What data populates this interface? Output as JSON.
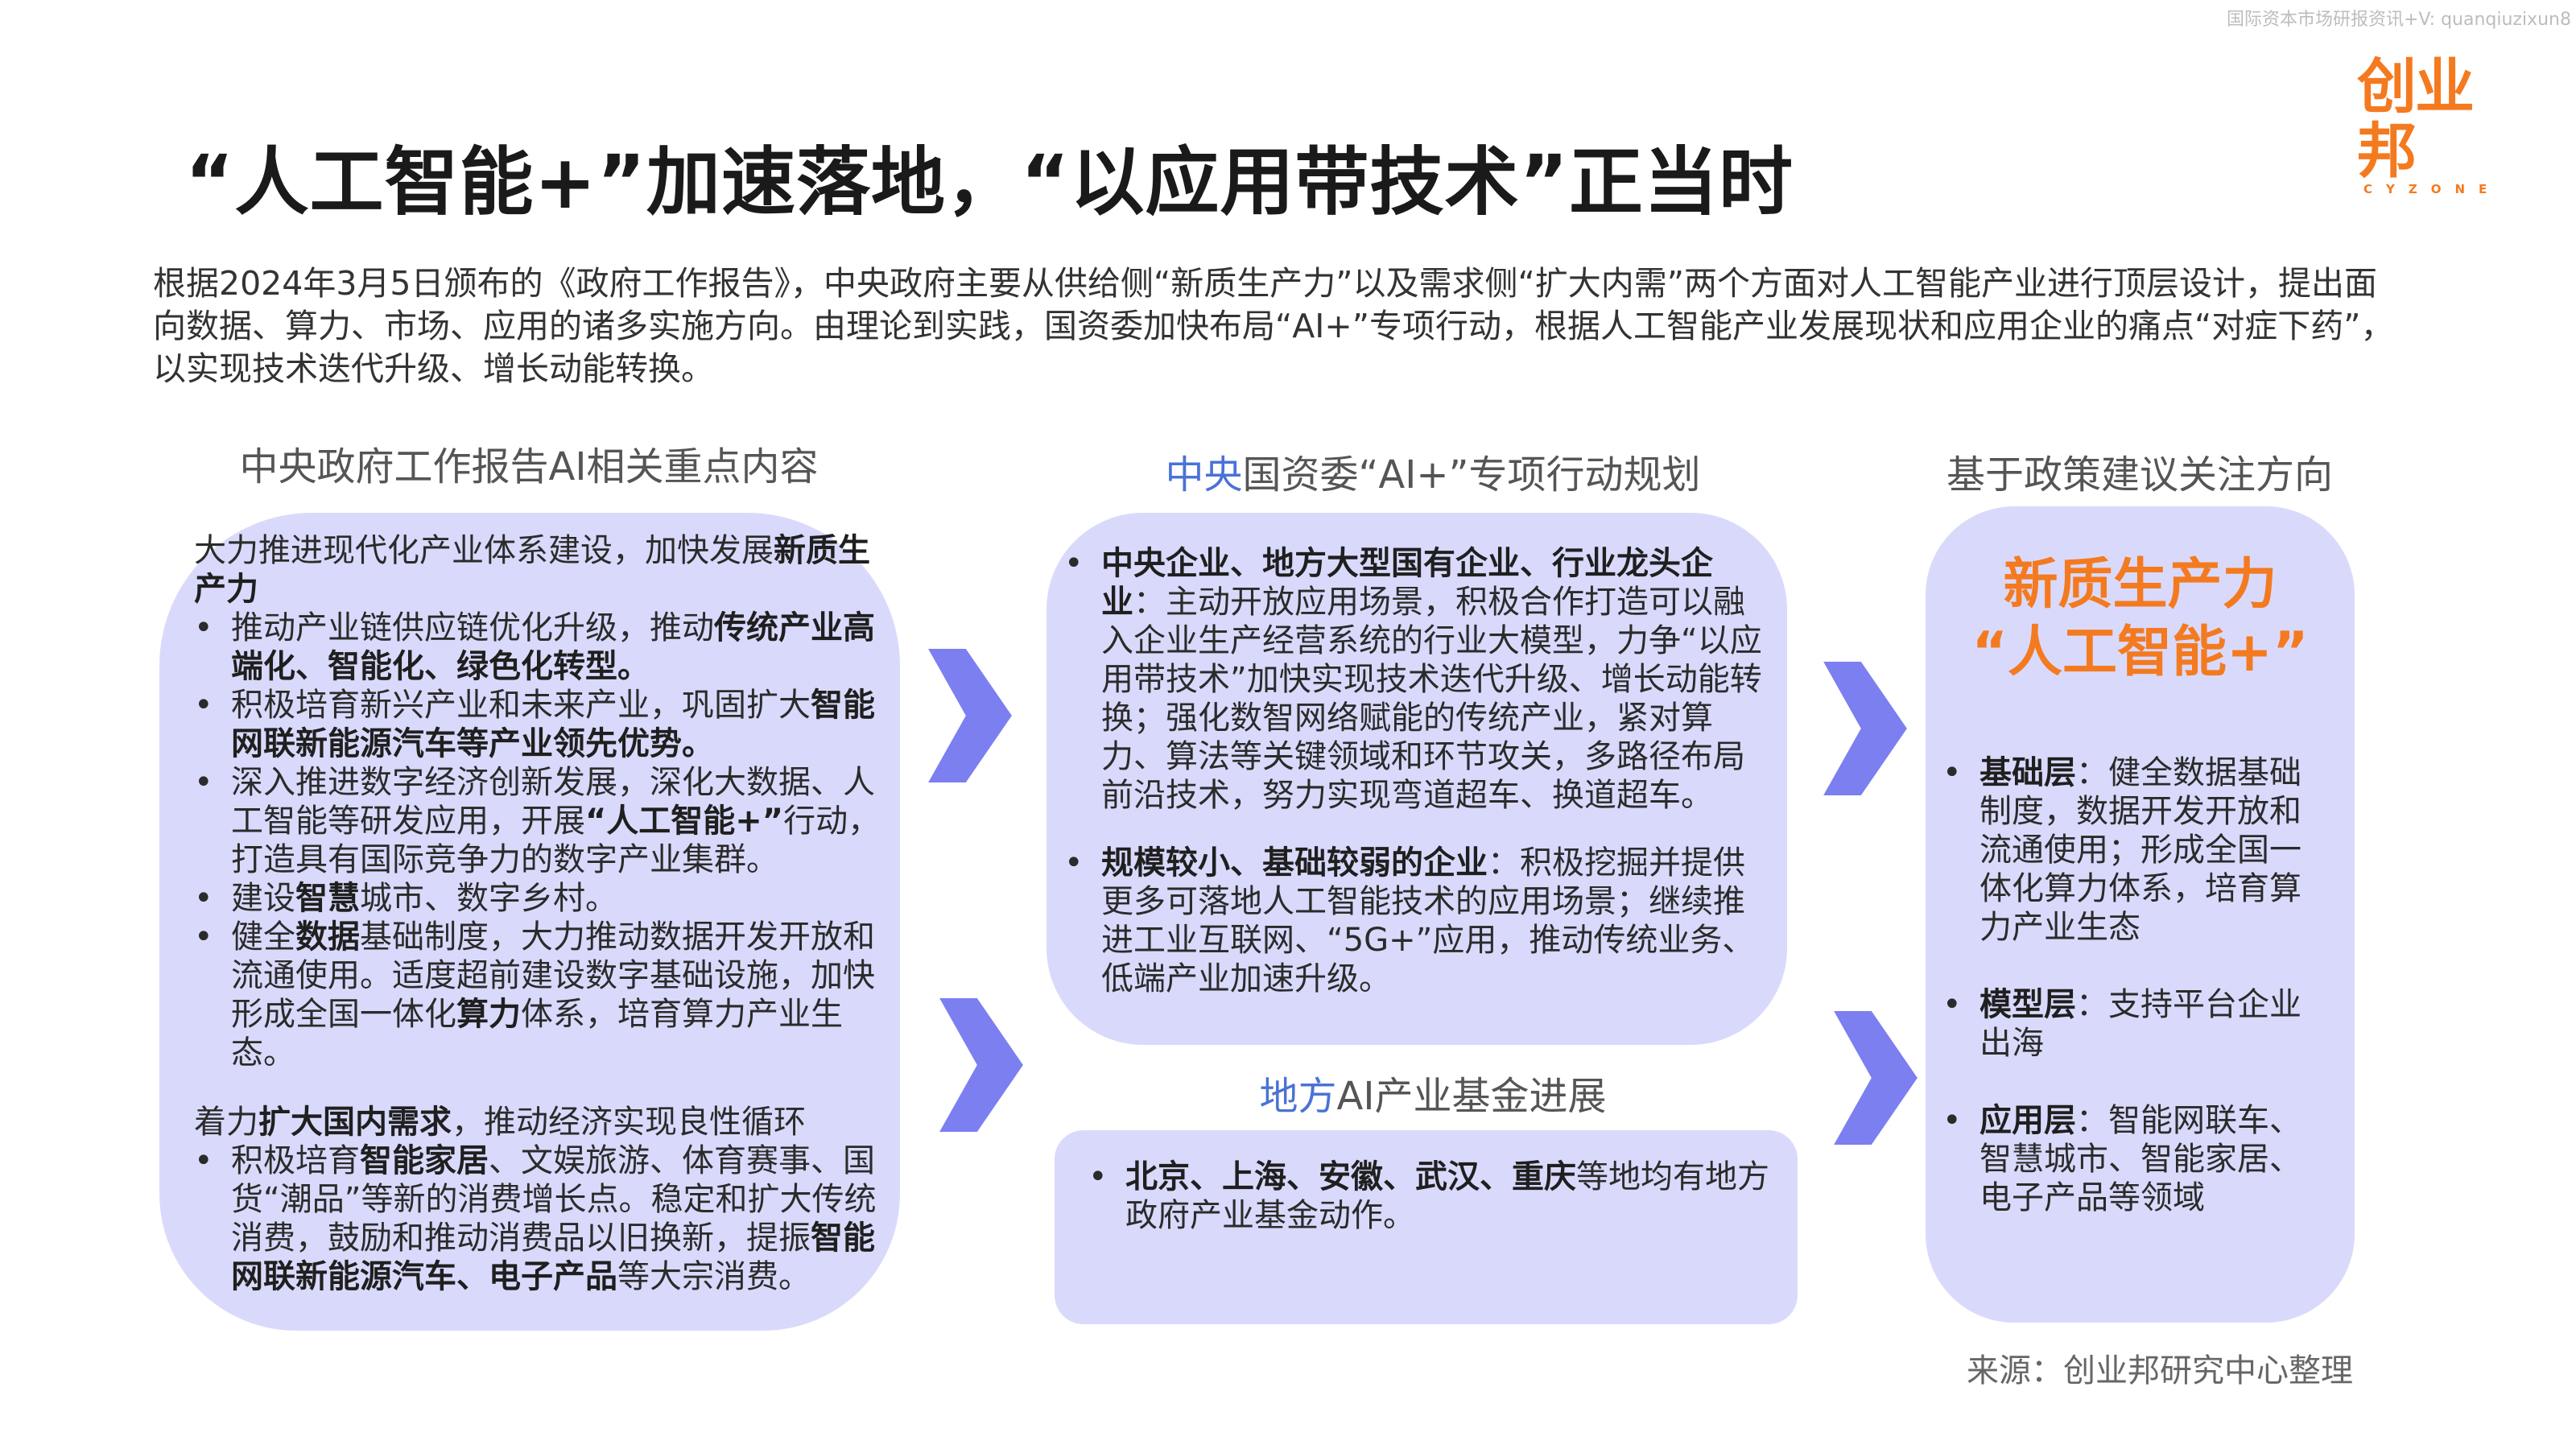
{
  "watermark": "国际资本市场研报资讯+V: quanqiuzixun8",
  "logo": {
    "cn": "创业邦",
    "en": "CYZONE"
  },
  "title": "“人工智能+”加速落地，“以应用带技术”正当时",
  "intro": "根据2024年3月5日颁布的《政府工作报告》，中央政府主要从供给侧“新质生产力”以及需求侧“扩大内需”两个方面对人工智能产业进行顶层设计，提出面向数据、算力、市场、应用的诸多实施方向。由理论到实践，国资委加快布局“AI+”专项行动，根据人工智能产业发展现状和应用企业的痛点“对症下药”，以实现技术迭代升级、增长动能转换。",
  "col1": {
    "heading": "中央政府工作报告AI相关重点内容",
    "para1": [
      {
        "t": "大力推进现代化产业体系建设，加快发展"
      },
      {
        "t": "新质生产力",
        "b": true
      }
    ],
    "bullets1": [
      [
        {
          "t": "推动产业链供应链优化升级，推动"
        },
        {
          "t": "传统产业高端化、智能化、绿色化转型。",
          "b": true
        }
      ],
      [
        {
          "t": "积极培育新兴产业和未来产业，巩固扩大"
        },
        {
          "t": "智能网联新能源汽车等产业领先优势。",
          "b": true
        }
      ],
      [
        {
          "t": "深入推进数字经济创新发展，深化大数据、人工智能等研发应用，开展"
        },
        {
          "t": "“人工智能+”",
          "b": true
        },
        {
          "t": "行动，打造具有国际竞争力的数字产业集群。"
        }
      ],
      [
        {
          "t": "建设"
        },
        {
          "t": "智慧",
          "b": true
        },
        {
          "t": "城市、数字乡村。"
        }
      ],
      [
        {
          "t": "健全"
        },
        {
          "t": "数据",
          "b": true
        },
        {
          "t": "基础制度，大力推动数据开发开放和流通使用。适度超前建设数字基础设施，加快形成全国一体化"
        },
        {
          "t": "算力",
          "b": true
        },
        {
          "t": "体系，培育算力产业生态。"
        }
      ]
    ],
    "para2": [
      {
        "t": "着力"
      },
      {
        "t": "扩大国内需求",
        "b": true
      },
      {
        "t": "，推动经济实现良性循环"
      }
    ],
    "bullets2": [
      [
        {
          "t": "积极培育"
        },
        {
          "t": "智能家居",
          "b": true
        },
        {
          "t": "、文娱旅游、体育赛事、国货“潮品”等新的消费增长点。稳定和扩大传统消费，鼓励和推动消费品以旧换新，提振"
        },
        {
          "t": "智能网联新能源汽车、电子产品",
          "b": true
        },
        {
          "t": "等大宗消费。"
        }
      ]
    ]
  },
  "col2": {
    "heading_hl": "中央",
    "heading_rest": "国资委“AI+”专项行动规划",
    "bullets": [
      [
        {
          "t": "中央企业、地方大型国有企业、行业龙头企业",
          "b": true
        },
        {
          "t": "：主动开放应用场景，积极合作打造可以融入企业生产经营系统的行业大模型，力争“以应用带技术”加快实现技术迭代升级、增长动能转换；强化数智网络赋能的传统产业，紧对算力、算法等关键领域和环节攻关，多路径布局前沿技术，努力实现弯道超车、换道超车。"
        }
      ],
      [
        {
          "t": "规模较小、基础较弱的企业",
          "b": true
        },
        {
          "t": "：积极挖掘并提供更多可落地人工智能技术的应用场景；继续推进工业互联网、“5G+”应用，推动传统业务、低端产业加速升级。"
        }
      ]
    ],
    "sub_heading_hl": "地方",
    "sub_heading_rest": "AI产业基金进展",
    "sub_bullets": [
      [
        {
          "t": "北京、上海、安徽、武汉、重庆",
          "b": true
        },
        {
          "t": "等地均有地方政府产业基金动作。"
        }
      ]
    ]
  },
  "col3": {
    "heading": "基于政策建议关注方向",
    "highlight1": "新质生产力",
    "highlight2": "“人工智能+”",
    "bullets": [
      [
        {
          "t": "基础层",
          "b": true
        },
        {
          "t": "：健全数据基础制度，数据开发开放和流通使用；形成全国一体化算力体系，培育算力产业生态"
        }
      ],
      [
        {
          "t": "模型层",
          "b": true
        },
        {
          "t": "：支持平台企业出海"
        }
      ],
      [
        {
          "t": "应用层",
          "b": true
        },
        {
          "t": "：智能网联车、智慧城市、智能家居、电子产品等领域"
        }
      ]
    ]
  },
  "source": "来源：创业邦研究中心整理",
  "colors": {
    "accent": "#f47a20",
    "box": "#d9dafb",
    "arrow": "#7b7ff0",
    "heading_hl": "#4a72d6"
  }
}
